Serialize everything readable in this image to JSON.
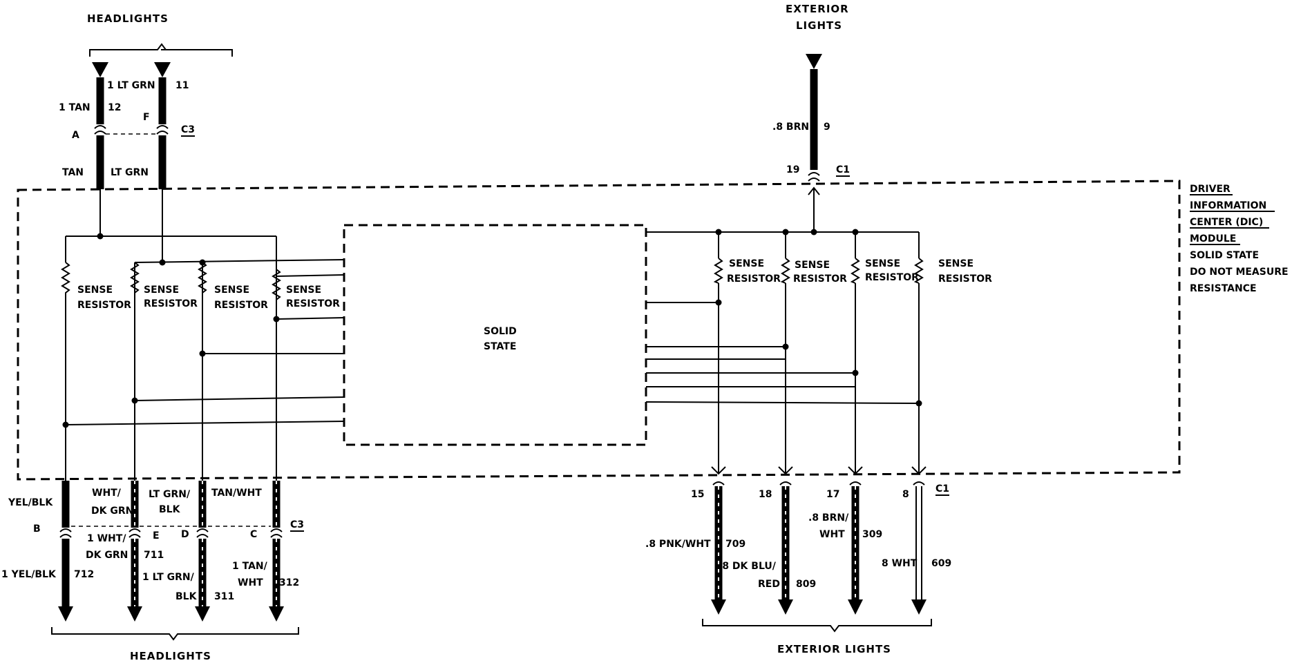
{
  "groups": {
    "headlights_top": "HEADLIGHTS",
    "exterior_top_line1": "EXTERIOR",
    "exterior_top_line2": "LIGHTS",
    "headlights_bottom": "HEADLIGHTS",
    "exterior_bottom": "EXTERIOR LIGHTS"
  },
  "module": {
    "lines": [
      "DRIVER",
      "INFORMATION",
      "CENTER (DIC)",
      "MODULE",
      "SOLID STATE",
      "DO NOT MEASURE",
      "RESISTANCE"
    ],
    "inner_line1": "SOLID",
    "inner_line2": "STATE"
  },
  "sense_resistor": {
    "line1": "SENSE",
    "line2": "RESISTOR"
  },
  "connectors": {
    "top_left": "C3",
    "top_right": "C1",
    "bottom_left": "C3",
    "bottom_right": "C1"
  },
  "top_wires": {
    "tan_outer": "1 TAN",
    "tan_circuit": "12",
    "tan_terminal": "A",
    "tan_inner": "TAN",
    "ltgrn_outer": "1 LT GRN",
    "ltgrn_circuit": "11",
    "ltgrn_terminal": "F",
    "ltgrn_inner": "LT GRN",
    "brn_outer": ".8 BRN",
    "brn_circuit": "9",
    "brn_pin": "19"
  },
  "bottom_left_wires": {
    "w1_inner": "YEL/BLK",
    "w1_terminal": "B",
    "w1_outer": "1 YEL/BLK",
    "w1_circuit": "712",
    "w2_inner_1": "WHT/",
    "w2_inner_2": "DK GRN",
    "w2_terminal": "E",
    "w2_outer_1": "1 WHT/",
    "w2_outer_2": "DK GRN",
    "w2_circuit": "711",
    "w3_inner_1": "LT GRN/",
    "w3_inner_2": "BLK",
    "w3_terminal": "D",
    "w3_outer_1": "1 LT GRN/",
    "w3_outer_2": "BLK",
    "w3_circuit": "311",
    "w4_inner": "TAN/WHT",
    "w4_terminal": "C",
    "w4_outer_1": "1 TAN/",
    "w4_outer_2": "WHT",
    "w4_circuit": "312"
  },
  "bottom_right_wires": {
    "w1_pin": "15",
    "w1_outer": ".8 PNK/WHT",
    "w1_circuit": "709",
    "w2_pin": "18",
    "w2_outer_1": ".8 DK BLU/",
    "w2_outer_2": "RED",
    "w2_circuit": "809",
    "w3_pin": "17",
    "w3_outer_1": ".8 BRN/",
    "w3_outer_2": "WHT",
    "w3_circuit": "309",
    "w4_pin": "8",
    "w4_outer": "8 WHT",
    "w4_circuit": "609"
  }
}
